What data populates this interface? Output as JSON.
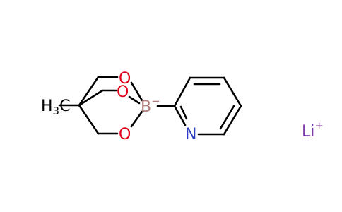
{
  "labels": {
    "methyl_h": "H",
    "methyl_sub": "3",
    "methyl_c": "C",
    "o_top": "O",
    "o_mid": "O",
    "o_bot": "O",
    "boron": "B",
    "boron_charge": "−",
    "nitrogen": "N",
    "lithium": "Li",
    "lithium_charge": "+"
  },
  "colors": {
    "oxygen": "#e0001a",
    "boron": "#b07a7a",
    "nitrogen": "#2a3fbf",
    "lithium": "#7a3aa8",
    "carbon": "#000000",
    "bond": "#000000"
  }
}
